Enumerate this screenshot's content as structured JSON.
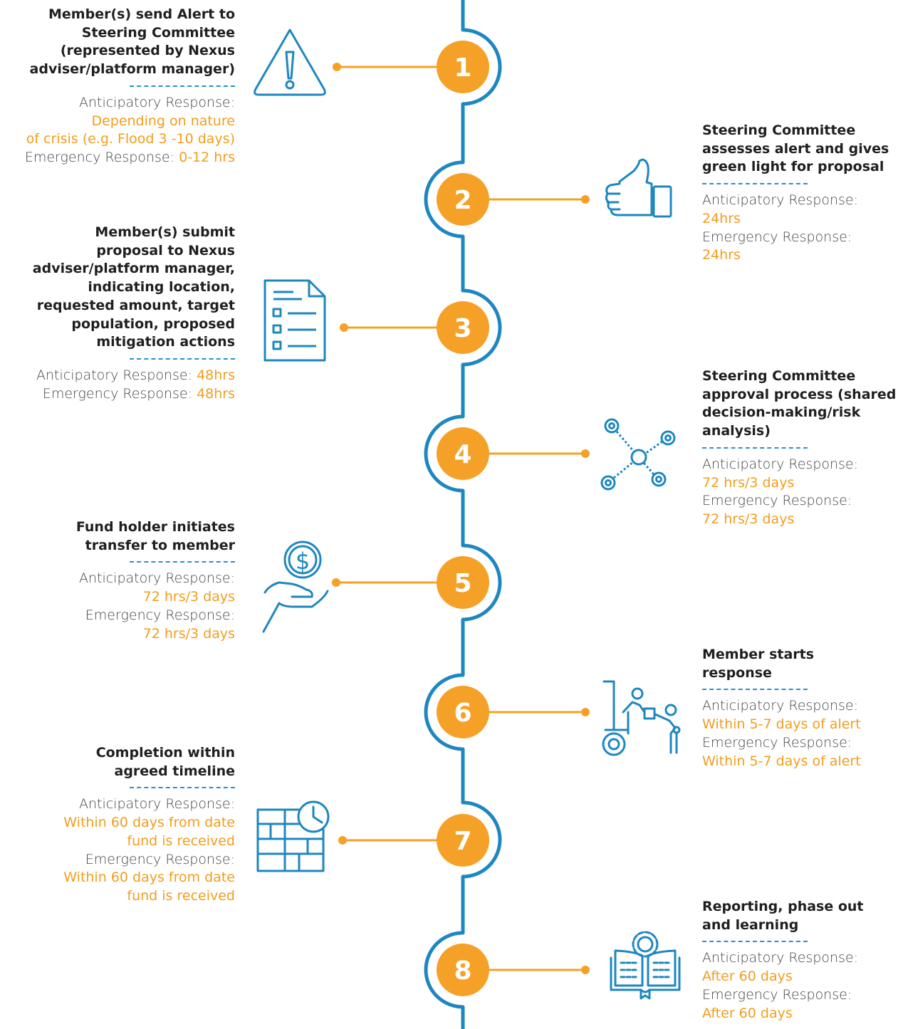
{
  "colors": {
    "line": "#1e87c0",
    "accent": "#f5a127",
    "divider": "#2b8fcc",
    "title_text": "#1f1f1f",
    "body_text": "#444444"
  },
  "steps": [
    {
      "number": "1",
      "side": "left",
      "icon": "warning-icon",
      "title": "Member(s) send Alert to\nSteering Committee\n(represented by Nexus\nadviser/platform manager)",
      "lines": [
        {
          "label": "Anticipatory Response:",
          "value": ""
        },
        {
          "label": "",
          "value": "Depending on nature\nof crisis (e.g. Flood 3 -10 days)"
        },
        {
          "label": "Emergency Response: ",
          "value": "0-12 hrs"
        }
      ]
    },
    {
      "number": "2",
      "side": "right",
      "icon": "thumbs-up-icon",
      "title": "Steering Committee\nassesses alert and gives\ngreen light for proposal",
      "lines": [
        {
          "label": "Anticipatory Response:",
          "value": ""
        },
        {
          "label": "",
          "value": "24hrs"
        },
        {
          "label": "Emergency Response:",
          "value": ""
        },
        {
          "label": "",
          "value": "24hrs"
        }
      ]
    },
    {
      "number": "3",
      "side": "left",
      "icon": "checklist-document-icon",
      "title": "Member(s) submit\nproposal to Nexus\nadviser/platform manager,\nindicating location,\nrequested amount, target\npopulation, proposed\nmitigation actions",
      "lines": [
        {
          "label": "Anticipatory Response: ",
          "value": "48hrs"
        },
        {
          "label": "Emergency Response: ",
          "value": "48hrs"
        }
      ]
    },
    {
      "number": "4",
      "side": "right",
      "icon": "network-icon",
      "title": "Steering Committee\napproval process (shared\ndecision-making/risk\nanalysis)",
      "lines": [
        {
          "label": "Anticipatory Response:",
          "value": ""
        },
        {
          "label": "",
          "value": "72 hrs/3 days"
        },
        {
          "label": "Emergency Response:",
          "value": ""
        },
        {
          "label": "",
          "value": "72 hrs/3 days"
        }
      ]
    },
    {
      "number": "5",
      "side": "left",
      "icon": "hand-money-icon",
      "title": "Fund holder initiates\ntransfer to member",
      "lines": [
        {
          "label": "Anticipatory Response:",
          "value": ""
        },
        {
          "label": "",
          "value": "72 hrs/3 days"
        },
        {
          "label": "Emergency Response:",
          "value": ""
        },
        {
          "label": "",
          "value": "72 hrs/3 days"
        }
      ]
    },
    {
      "number": "6",
      "side": "right",
      "icon": "delivery-worker-icon",
      "title": "Member starts\nresponse",
      "lines": [
        {
          "label": "Anticipatory Response:",
          "value": ""
        },
        {
          "label": "",
          "value": "Within 5-7 days of alert"
        },
        {
          "label": "Emergency Response:",
          "value": ""
        },
        {
          "label": "",
          "value": "Within 5-7 days of alert"
        }
      ]
    },
    {
      "number": "7",
      "side": "left",
      "icon": "schedule-clock-icon",
      "title": "Completion within\nagreed timeline",
      "lines": [
        {
          "label": "Anticipatory Response:",
          "value": ""
        },
        {
          "label": "",
          "value": "Within 60 days from date\nfund is received"
        },
        {
          "label": "Emergency Response:",
          "value": ""
        },
        {
          "label": "",
          "value": "Within 60 days from date\nfund is received"
        }
      ]
    },
    {
      "number": "8",
      "side": "right",
      "icon": "book-gear-icon",
      "title": "Reporting, phase out\nand learning",
      "lines": [
        {
          "label": "Anticipatory Response:",
          "value": ""
        },
        {
          "label": "",
          "value": "After 60 days"
        },
        {
          "label": "Emergency Response:",
          "value": ""
        },
        {
          "label": "",
          "value": "After 60 days"
        }
      ]
    }
  ]
}
